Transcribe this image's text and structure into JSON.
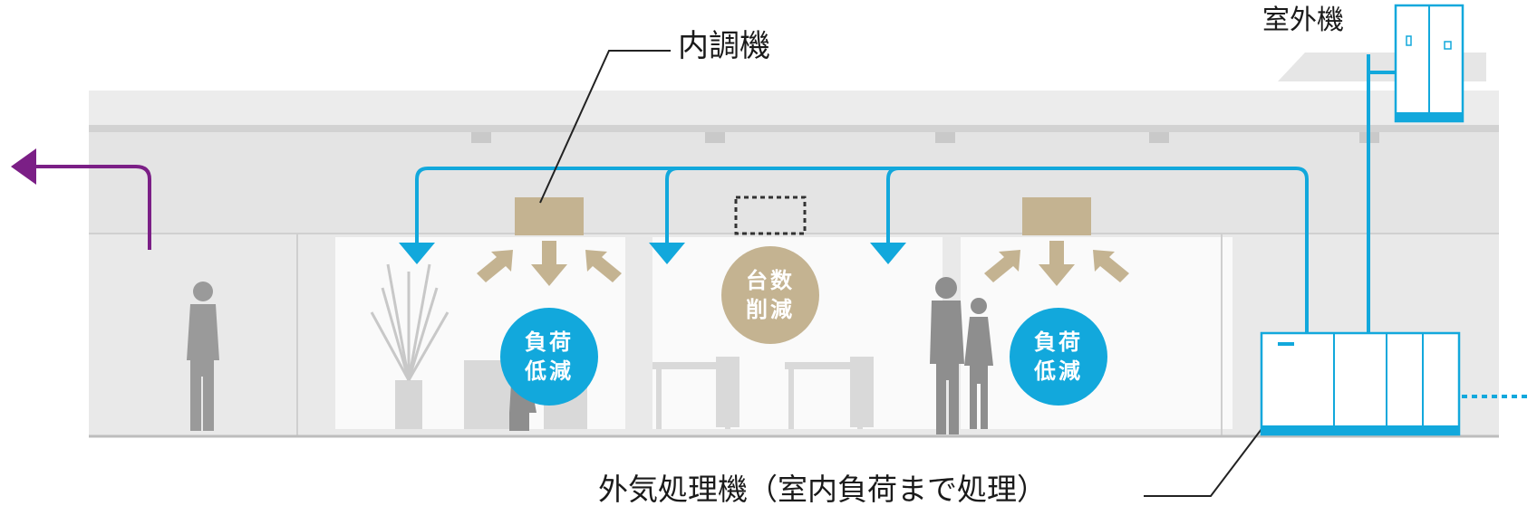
{
  "labels": {
    "indoor_unit": "内調機",
    "outdoor_unit": "室外機",
    "oa_unit": "外気処理機（室内負荷まで処理）"
  },
  "badges": [
    {
      "line1": "負荷",
      "line2": "低減",
      "tone": "blue"
    },
    {
      "line1": "台数",
      "line2": "削減",
      "tone": "tan"
    },
    {
      "line1": "負荷",
      "line2": "低減",
      "tone": "blue"
    }
  ],
  "colors": {
    "duct": "#12a8dc",
    "unit": "#c4b391",
    "exhaust": "#7b1f86",
    "building": "#e3e3e3",
    "person": "#9a9a9a"
  },
  "icons": [
    "exhaust-arrow-icon",
    "supply-arrow-icon",
    "indoor-unit-icon",
    "removed-unit-icon",
    "outdoor-unit-icon",
    "oa-unit-icon",
    "person-icon",
    "plant-icon",
    "desk-icon"
  ]
}
